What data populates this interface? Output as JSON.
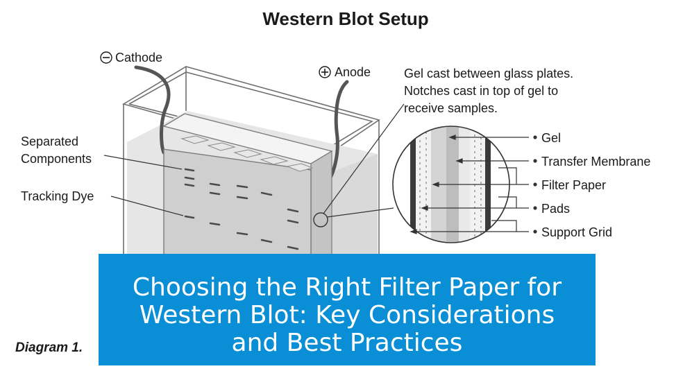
{
  "diagram": {
    "title": "Western Blot Setup",
    "cathode_label": "Cathode",
    "anode_label": "Anode",
    "separated_components_label": [
      "Separated",
      "Components"
    ],
    "tracking_dye_label": "Tracking Dye",
    "gel_note": [
      "Gel cast between glass plates.",
      "Notches cast in top of gel to",
      "receive samples."
    ],
    "legend": [
      "Gel",
      "Transfer Membrane",
      "Filter Paper",
      "Pads",
      "Support Grid"
    ],
    "caption": "Diagram 1."
  },
  "banner": {
    "title": "Choosing the Right Filter Paper for Western Blot: Key Considerations and Best Practices",
    "background": "#0a8fd6"
  }
}
